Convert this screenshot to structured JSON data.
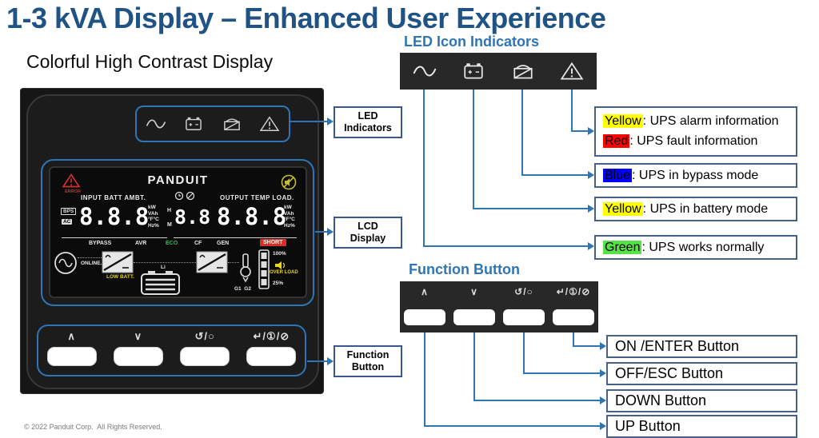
{
  "slide": {
    "title": "1-3 kVA Display – Enhanced User Experience",
    "subtitle": "Colorful High Contrast Display",
    "copyright": "© 2022 Panduit Corp.  All Rights Reserved."
  },
  "colors": {
    "title_blue": "#1F5386",
    "heading_blue": "#2E75B6",
    "connector_blue": "#2E75B6",
    "callout_border": "#46608C",
    "highlight_yellow": "#FFFF00",
    "highlight_red": "#FF0000",
    "highlight_blue": "#0000FF",
    "highlight_green": "#57E348"
  },
  "left_labels": {
    "led": [
      "LED",
      "Indicators"
    ],
    "lcd": [
      "LCD",
      "Display"
    ],
    "function": [
      "Function",
      "Button"
    ]
  },
  "led_section": {
    "heading": "LED Icon Indicators",
    "icons": [
      "sine-wave",
      "battery",
      "bypass",
      "alarm-triangle"
    ],
    "callouts": [
      {
        "lines": [
          {
            "word": "Yellow",
            "hl": "#FFFF00",
            "rest": ": UPS alarm information"
          },
          {
            "word": "Red",
            "hl": "#FF0000",
            "rest": ": UPS fault information"
          }
        ]
      },
      {
        "lines": [
          {
            "word": "Blue",
            "hl": "#0000FF",
            "rest": ": UPS in bypass mode"
          }
        ]
      },
      {
        "lines": [
          {
            "word": "Yellow",
            "hl": "#FFFF00",
            "rest": ": UPS in battery mode"
          }
        ]
      },
      {
        "lines": [
          {
            "word": "Green",
            "hl": "#57E348",
            "rest": ": UPS works normally"
          }
        ]
      }
    ]
  },
  "function_section": {
    "heading": "Function Button",
    "symbols": [
      "∧",
      "∨",
      "↺/○",
      "↵/①/⊘"
    ],
    "callouts": [
      "ON /ENTER Button",
      "OFF/ESC Button",
      "DOWN Button",
      "UP Button"
    ]
  },
  "device": {
    "lcd": {
      "brand": "PANDUIT",
      "error": "ERROR",
      "labels_left": "INPUT BATT AMBT.",
      "labels_right": "OUTPUT TEMP LOAD.",
      "badge_bps": "BPS",
      "badge_ac": "AC",
      "digits_left": "8.8.8",
      "digits_center": "8.8",
      "digits_right": "8.8.8",
      "hour": "H",
      "minute": "M",
      "units": [
        "kW",
        "VAh",
        "°F°C",
        "Hz%"
      ],
      "status": [
        "BYPASS",
        "AVR",
        "ECO",
        "CF",
        "GEN"
      ],
      "short": "SHORT",
      "online": "ONLINE.",
      "li": "Li",
      "low_batt": "LOW BATT.",
      "load_top": "100%",
      "load_bottom": "25%",
      "overload": "OVER LOAD",
      "gen_groups": "G1  G2"
    }
  }
}
